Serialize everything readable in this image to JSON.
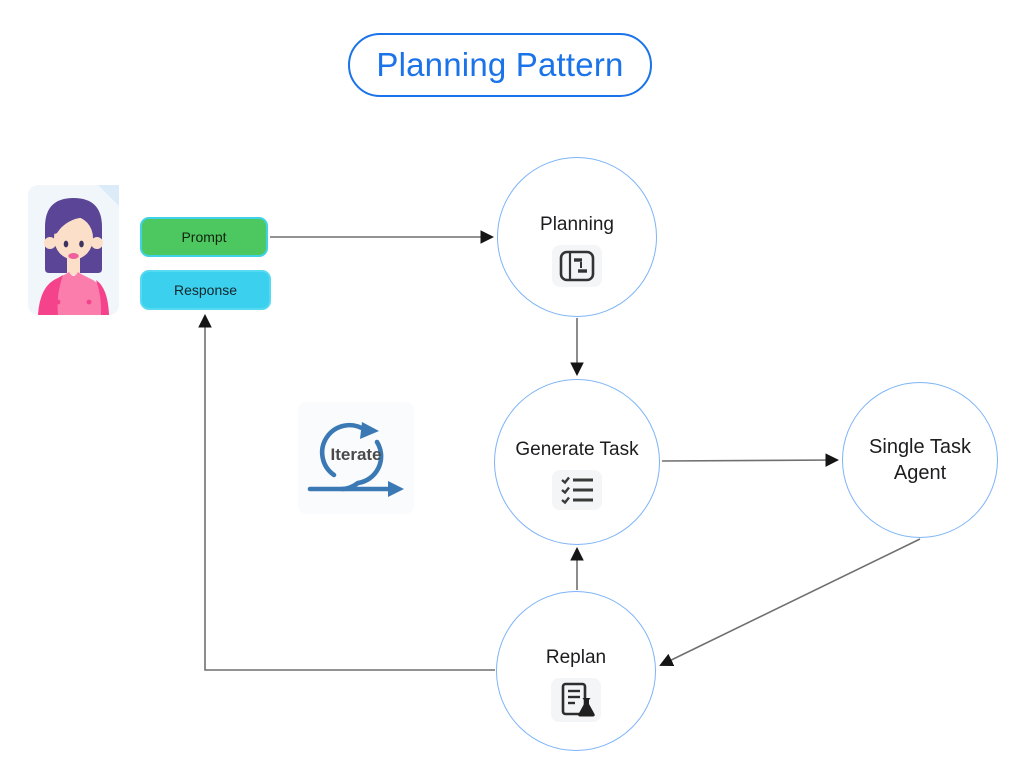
{
  "title": "Planning Pattern",
  "io": {
    "prompt_label": "Prompt",
    "response_label": "Response"
  },
  "iterate": {
    "label": "Iterate",
    "icon": "iteration-loop-arrow-icon"
  },
  "user": {
    "icon": "woman-avatar"
  },
  "nodes": {
    "planning": {
      "label": "Planning",
      "icon": "gantt-chart-icon"
    },
    "generate_task": {
      "label": "Generate Task",
      "icon": "checklist-icon"
    },
    "single_task_agent": {
      "label": "Single Task Agent",
      "icon": null
    },
    "replan": {
      "label": "Replan",
      "icon": "document-flask-icon"
    }
  },
  "edges": [
    {
      "from": "Prompt",
      "to": "Planning"
    },
    {
      "from": "Planning",
      "to": "Generate Task"
    },
    {
      "from": "Generate Task",
      "to": "Single Task Agent"
    },
    {
      "from": "Single Task Agent",
      "to": "Replan"
    },
    {
      "from": "Replan",
      "to": "Generate Task"
    },
    {
      "from": "Replan",
      "to": "Response"
    }
  ],
  "colors": {
    "accent_blue": "#1a73e8",
    "node_border": "#7db4f8",
    "prompt_fill": "#4dc75f",
    "prompt_border": "#3fd2e6",
    "response_fill": "#3bd0ee",
    "arrow_line": "#6f6f6f",
    "arrowhead": "#151515",
    "iterate_blue": "#3b79b5"
  }
}
